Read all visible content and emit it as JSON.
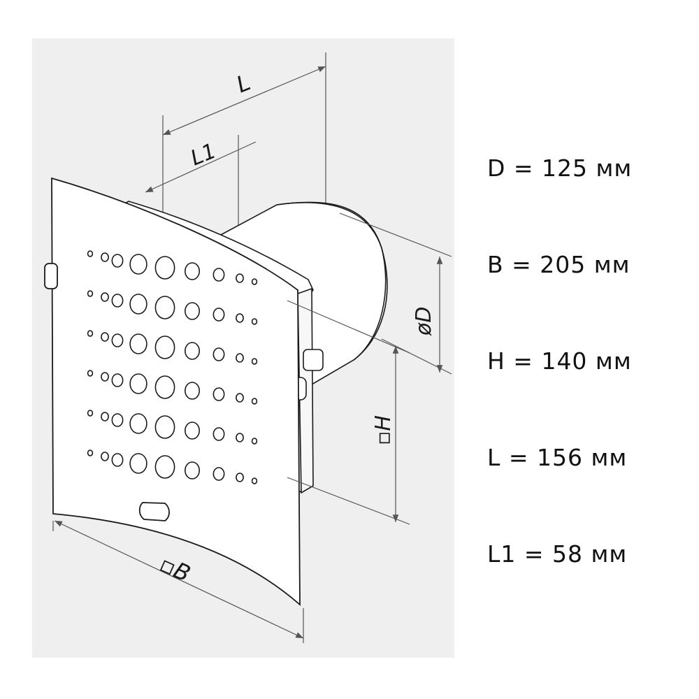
{
  "specs": [
    {
      "symbol": "D",
      "value": 125,
      "unit": "мм",
      "text": "D = 125 мм"
    },
    {
      "symbol": "B",
      "value": 205,
      "unit": "мм",
      "text": "B = 205 мм"
    },
    {
      "symbol": "H",
      "value": 140,
      "unit": "мм",
      "text": "H = 140 мм"
    },
    {
      "symbol": "L",
      "value": 156,
      "unit": "мм",
      "text": "L = 156 мм"
    },
    {
      "symbol": "L1",
      "value": 58,
      "unit": "мм",
      "text": "L1 = 58 мм"
    }
  ],
  "drawing": {
    "labels": {
      "length": "L",
      "length_short": "L1",
      "diameter": "øD",
      "height": "▫H",
      "width": "▫B"
    },
    "colors": {
      "panel": "#efefef",
      "stroke": "#1a1a1a",
      "dimension": "#555555",
      "fill": "#ffffff"
    }
  }
}
